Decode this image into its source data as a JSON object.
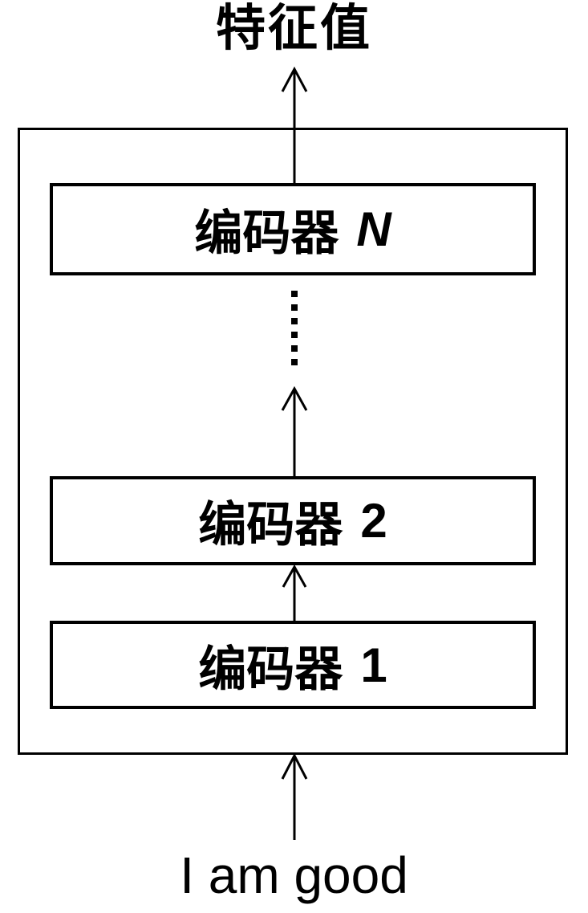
{
  "diagram": {
    "output_label": "特征值",
    "input_label": "I am good",
    "encoders": [
      {
        "name": "编码器",
        "index": "N"
      },
      {
        "name": "编码器",
        "index": "2"
      },
      {
        "name": "编码器",
        "index": "1"
      }
    ],
    "colors": {
      "line": "#000000",
      "background": "#ffffff",
      "text": "#000000"
    }
  }
}
